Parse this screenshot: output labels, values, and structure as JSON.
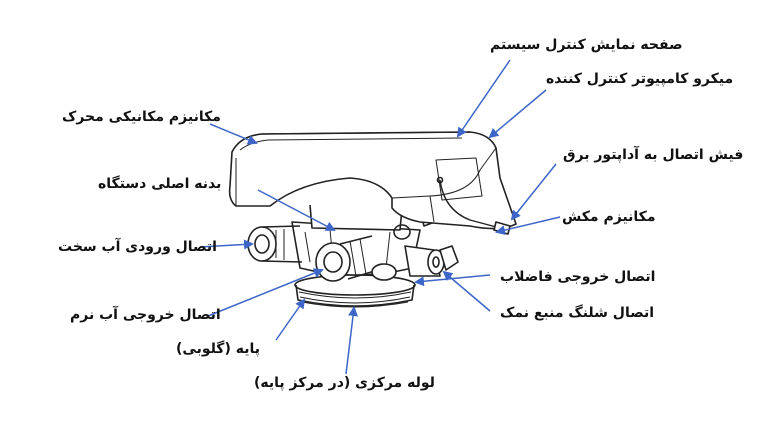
{
  "diagram": {
    "labels": {
      "display_panel": "صفحه نمایش کنترل سیستم",
      "microcomputer": "میکرو کامپیوتر کنترل کننده",
      "motor_mechanism": "مکانیزم مکانیکی محرک",
      "power_plug": "فیش اتصال به آداپتور برق",
      "main_body": "بدنه اصلی دستگاه",
      "suction_mechanism": "مکانیزم مکش",
      "hard_water_inlet": "اتصال ورودی آب سخت",
      "drain_outlet": "اتصال خروجی فاضلاب",
      "soft_water_outlet": "اتصال خروجی آب نرم",
      "brine_hose": "اتصال شلنگ منبع نمک",
      "base": "پایه (گلوبی)",
      "center_tube": "لوله مرکزی (در مرکز پایه)"
    },
    "colors": {
      "arrow": "#3d66c8",
      "outline": "#222222"
    }
  }
}
